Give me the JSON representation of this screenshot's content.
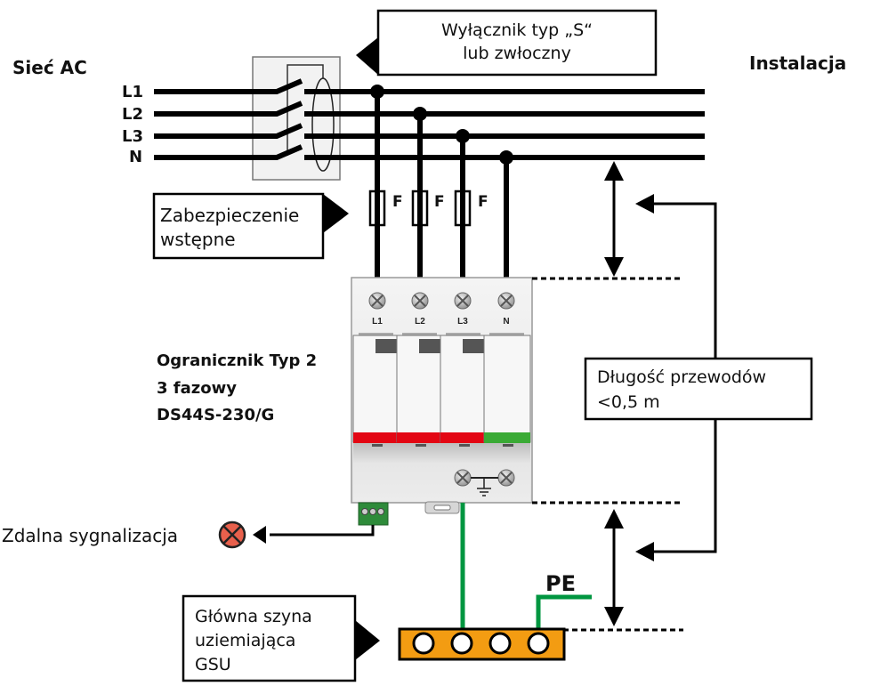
{
  "labels": {
    "network": "Sieć AC",
    "installation": "Instalacja",
    "phases": [
      "L1",
      "L2",
      "L3",
      "N"
    ],
    "breaker_callout": [
      "Wyłącznik typ „S“",
      "lub zwłoczny"
    ],
    "prefuse_callout": [
      "Zabezpieczenie",
      "wstępne"
    ],
    "fuse_letter": "F",
    "arrester_title": [
      "Ogranicznik Typ 2",
      "3 fazowy",
      "DS44S-230/G"
    ],
    "module_terminals": [
      "L1",
      "L2",
      "L3",
      "N"
    ],
    "wire_length_callout": [
      "Długość przewodów",
      "<0,5 m"
    ],
    "remote_signal": "Zdalna sygnalizacja",
    "pe": "PE",
    "gsu_callout": [
      "Główna szyna",
      "uziemiająca",
      "GSU"
    ]
  },
  "colors": {
    "module_red": "#e30613",
    "module_green": "#3aaa35",
    "ground_wire": "#009640",
    "busbar": "#f39c12",
    "signal_lamp": "#e8604c",
    "terminal_block": "#2e8b3a",
    "breaker_box": "#f2f2f2"
  },
  "icons": {
    "breaker": "circuit-breaker-icon",
    "fuse": "fuse-icon",
    "terminal_screw": "screw-terminal-icon",
    "ground": "ground-symbol-icon",
    "lamp": "signal-lamp-icon",
    "busbar": "grounding-busbar-icon"
  }
}
